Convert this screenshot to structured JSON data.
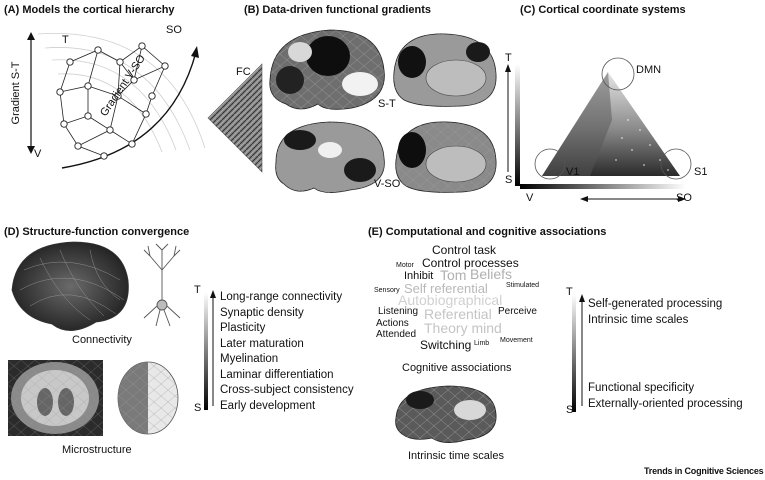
{
  "panels": {
    "a": {
      "title": "(A) Models the cortical hierarchy",
      "label_t": "T",
      "label_so": "SO",
      "label_v": "V",
      "axis_st": "Gradient S-T",
      "axis_vso": "Gradient V-SO"
    },
    "b": {
      "title": "(B) Data-driven functional gradients",
      "label_fc": "FC",
      "label_st": "S-T",
      "label_vso": "V-SO"
    },
    "c": {
      "title": "(C) Cortical coordinate systems",
      "axis_t": "T",
      "axis_s": "S",
      "axis_v": "V",
      "axis_so": "SO",
      "label_dmn": "DMN",
      "label_v1": "V1",
      "label_s1": "S1"
    },
    "d": {
      "title": "(D) Structure-function convergence",
      "label_connectivity": "Connectivity",
      "label_microstructure": "Microstructure",
      "axis_t": "T",
      "axis_s": "S",
      "items": [
        "Long-range connectivity",
        "Synaptic density",
        "Plasticity",
        "Later maturation",
        "Myelination",
        "Laminar differentiation",
        "Cross-subject consistency",
        "Early development"
      ]
    },
    "e": {
      "title": "(E) Computational and cognitive associations",
      "label_cognitive": "Cognitive associations",
      "label_timescales": "Intrinsic time scales",
      "axis_t": "T",
      "axis_s": "S",
      "top_items": [
        "Self-generated processing",
        "Intrinsic time scales"
      ],
      "bottom_items": [
        "Functional specificity",
        "Externally-oriented processing"
      ],
      "word_cloud": [
        {
          "text": "Control task",
          "size": 12,
          "color": "#111111"
        },
        {
          "text": "Control processes",
          "size": 12,
          "color": "#111111"
        },
        {
          "text": "Motor",
          "size": 7,
          "color": "#111111"
        },
        {
          "text": "Inhibit",
          "size": 11,
          "color": "#111111"
        },
        {
          "text": "Tom",
          "size": 14,
          "color": "#b0b0b0"
        },
        {
          "text": "Beliefs",
          "size": 14,
          "color": "#b0b0b0"
        },
        {
          "text": "Sensory",
          "size": 7,
          "color": "#111111"
        },
        {
          "text": "Self referential",
          "size": 13,
          "color": "#b8b8b8"
        },
        {
          "text": "Stimulated",
          "size": 7,
          "color": "#111111"
        },
        {
          "text": "Autobiographical",
          "size": 14,
          "color": "#d0d0d0"
        },
        {
          "text": "Listening",
          "size": 10,
          "color": "#111111"
        },
        {
          "text": "Actions",
          "size": 10,
          "color": "#111111"
        },
        {
          "text": "Attended",
          "size": 10,
          "color": "#111111"
        },
        {
          "text": "Referential",
          "size": 14,
          "color": "#c4c4c4"
        },
        {
          "text": "Theory mind",
          "size": 14,
          "color": "#c4c4c4"
        },
        {
          "text": "Perceive",
          "size": 10,
          "color": "#111111"
        },
        {
          "text": "Switching",
          "size": 12,
          "color": "#111111"
        },
        {
          "text": "Limb",
          "size": 7,
          "color": "#111111"
        },
        {
          "text": "Movement",
          "size": 7,
          "color": "#111111"
        }
      ]
    }
  },
  "brand": "Trends in Cognitive Sciences"
}
